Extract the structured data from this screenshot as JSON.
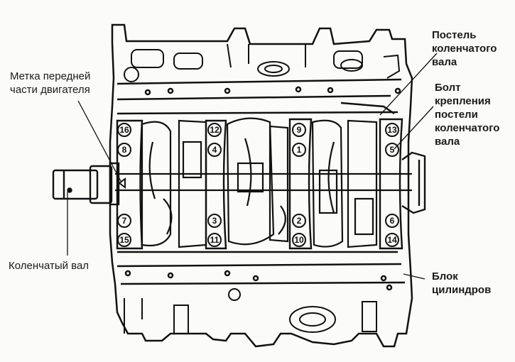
{
  "labels": {
    "front_mark": "Метка передней\nчасти двигателя",
    "crankshaft": "Коленчатый вал",
    "main_bearing_cap": "Постель\nколенчатого\nвала",
    "cap_bolt": "Болт\nкрепления\nпостели\nколенчатого\nвала",
    "cylinder_block": "Блок\nцилиндров"
  },
  "bolts": {
    "top_row": [
      "16",
      "12",
      "9",
      "13"
    ],
    "upper_row": [
      "8",
      "4",
      "1",
      "5"
    ],
    "lower_row": [
      "7",
      "3",
      "2",
      "6"
    ],
    "bottom_row": [
      "15",
      "11",
      "10",
      "14"
    ]
  },
  "colors": {
    "ink": "#111111",
    "paper": "#fbfbfa"
  }
}
